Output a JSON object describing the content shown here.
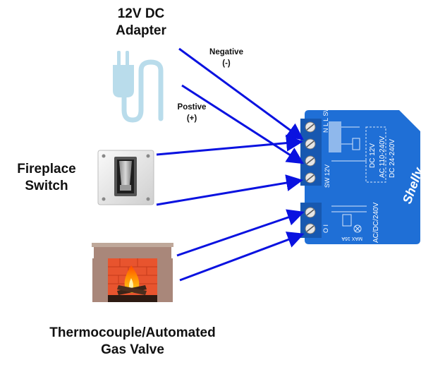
{
  "labels": {
    "adapter_line1": "12V DC",
    "adapter_line2": "Adapter",
    "negative_line1": "Negative",
    "negative_line2": "(-)",
    "positive_line1": "Postive",
    "positive_line2": "(+)",
    "switch_line1": "Fireplace",
    "switch_line2": "Switch",
    "valve_line1": "Thermocouple/Automated",
    "valve_line2": "Gas Valve"
  },
  "relay": {
    "brand": "Shelly",
    "terminal_top": "N  L  L  SW",
    "terminal_bottom": "O  I",
    "power_text_1": "DC 12V",
    "power_text_2": "AC 110-240V",
    "power_text_3": "DC 24-240V",
    "sw_label": "SW  12V",
    "output_text": "AC/DC/240V",
    "max_text": "MAX 16A"
  },
  "colors": {
    "wire": "#0a12e0",
    "relay_body": "#1f6fd6",
    "relay_dark": "#1758b0"
  }
}
